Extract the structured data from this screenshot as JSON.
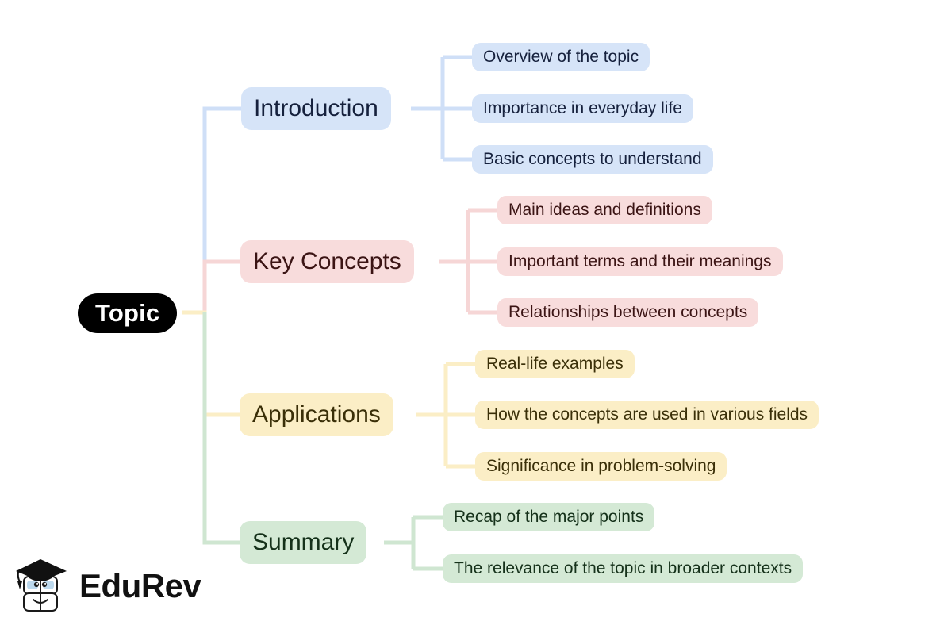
{
  "diagram": {
    "type": "mind-map",
    "root": {
      "label": "Topic",
      "bg": "#000000",
      "fg": "#ffffff"
    },
    "branches": [
      {
        "id": "introduction",
        "label": "Introduction",
        "color_bg": "#d6e4f8",
        "color_fg": "#16213d",
        "children": [
          {
            "label": "Overview of the topic"
          },
          {
            "label": "Importance in everyday life"
          },
          {
            "label": "Basic concepts to understand"
          }
        ]
      },
      {
        "id": "key-concepts",
        "label": "Key Concepts",
        "color_bg": "#f8dcdc",
        "color_fg": "#3b1414",
        "children": [
          {
            "label": "Main ideas and definitions"
          },
          {
            "label": "Important terms and their meanings"
          },
          {
            "label": "Relationships between concepts"
          }
        ]
      },
      {
        "id": "applications",
        "label": "Applications",
        "color_bg": "#fbeec6",
        "color_fg": "#3a2f08",
        "children": [
          {
            "label": "Real-life examples"
          },
          {
            "label": "How the concepts are used in various fields"
          },
          {
            "label": "Significance in problem-solving"
          }
        ]
      },
      {
        "id": "summary",
        "label": "Summary",
        "color_bg": "#d4e9d5",
        "color_fg": "#15311a",
        "children": [
          {
            "label": "Recap of the major points"
          },
          {
            "label": "The relevance of the topic in broader contexts"
          }
        ]
      }
    ]
  },
  "logo": {
    "wordmark": "EduRev",
    "icon": "graduation-cap-book-mascot-icon"
  }
}
